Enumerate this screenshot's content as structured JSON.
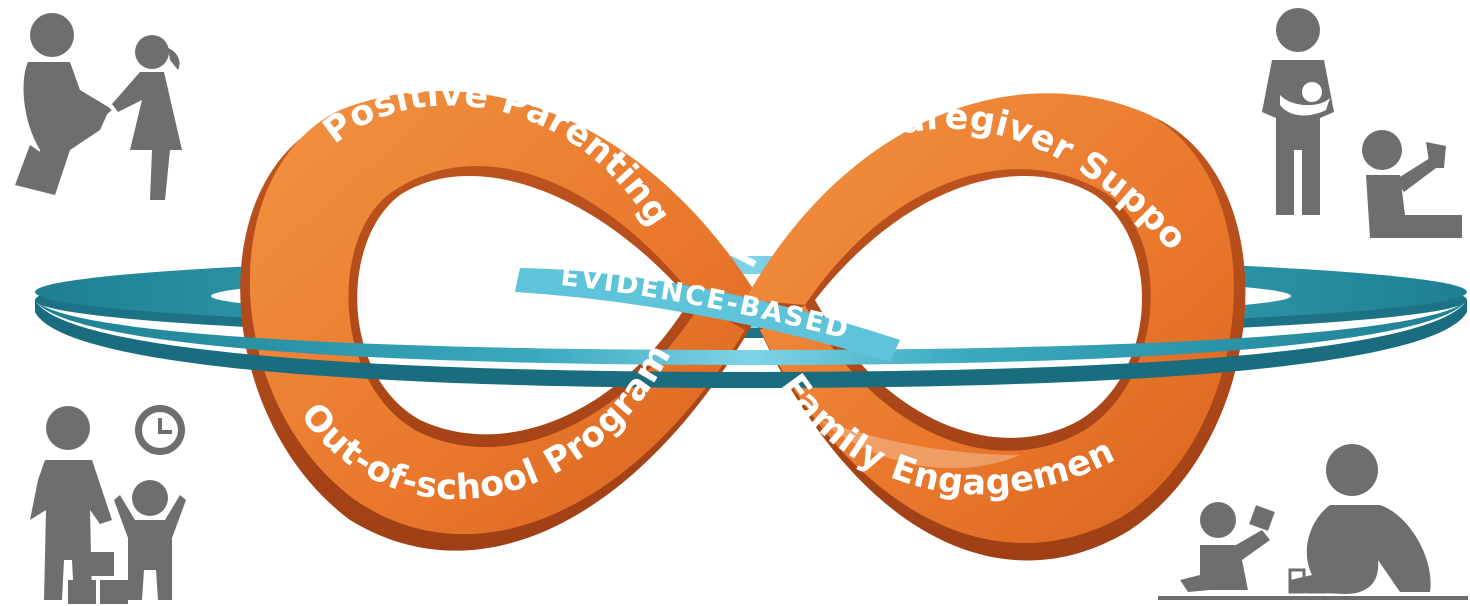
{
  "diagram": {
    "ribbon_labels": {
      "top_left": "Positive Parenting",
      "top_right": "Informal Caregiver Support",
      "bottom_left": "Out-of-school Programming",
      "bottom_right": "Family Engagement"
    },
    "ring_label": "EVIDENCE-BASED",
    "icons": {
      "top_left": "adult-with-child-icon",
      "top_right": "caregiver-with-infant-icon",
      "bottom_left": "parent-children-clock-icon",
      "bottom_right": "adult-child-playing-blocks-icon"
    },
    "colors": {
      "ribbon_orange": "#ee8535",
      "ribbon_dark": "#b24d1e",
      "ring_teal": "#2b93a6",
      "ring_light": "#6ccbe0",
      "icon_gray": "#6e6e6e"
    }
  }
}
